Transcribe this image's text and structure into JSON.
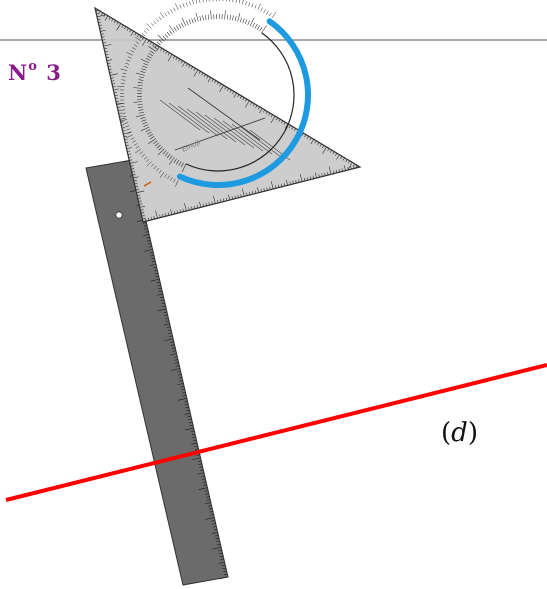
{
  "exercise": {
    "prefix": "N",
    "suffix": "o",
    "number": "3"
  },
  "line": {
    "label_open": "(",
    "label_name": "d",
    "label_close": ")"
  },
  "set_square": {
    "brand_text": "Emoji"
  },
  "colors": {
    "title": "#8b1a8b",
    "line_d": "#ff0000",
    "ruler": "#6b6b6b",
    "set_square": "#c8c8c8",
    "protractor_arc": "#1e9be0",
    "header_rule": "#555555"
  }
}
